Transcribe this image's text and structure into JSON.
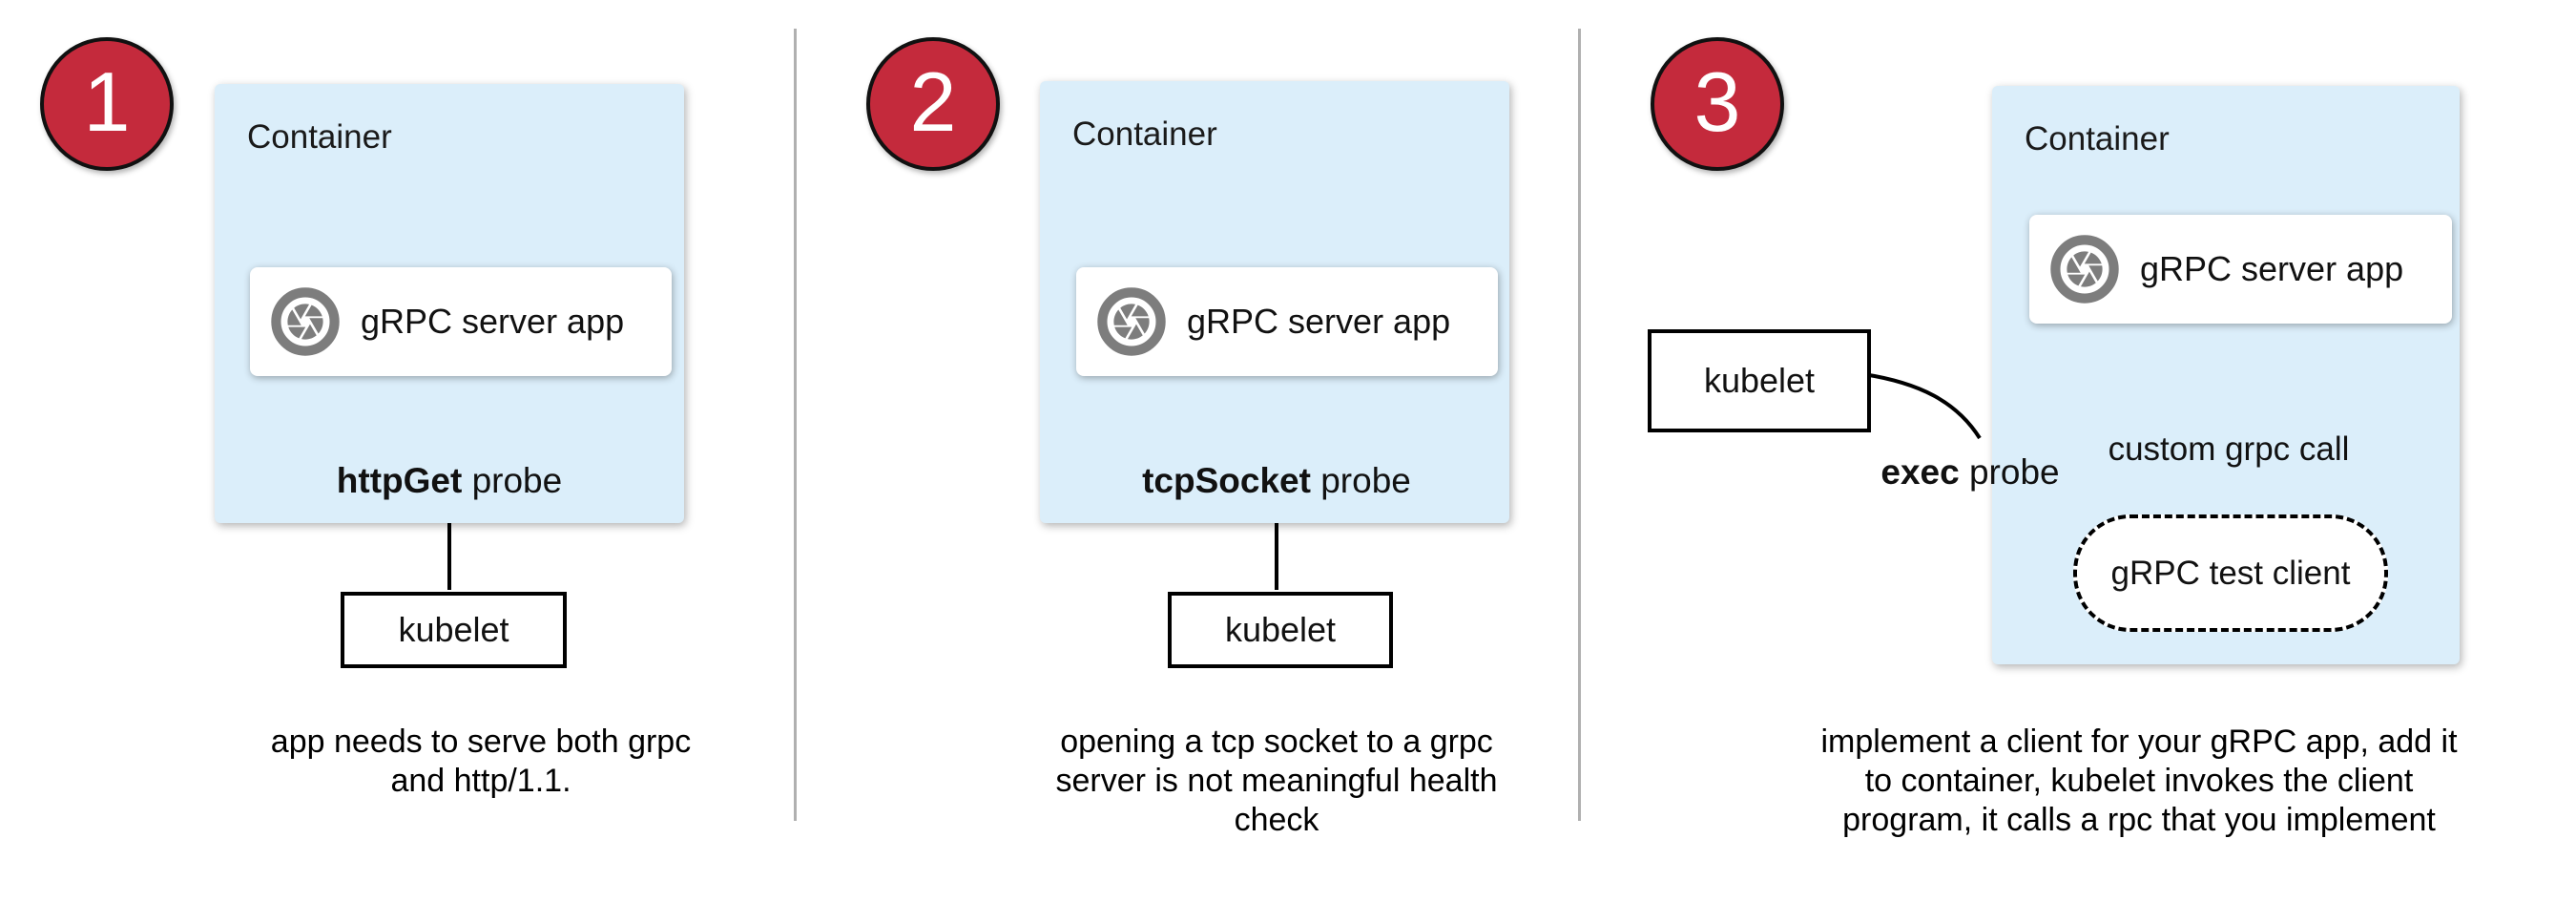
{
  "colors": {
    "container_fill": "#dbeefa",
    "step_circle_fill": "#c42a3c",
    "icon_gray": "#7d7d7d",
    "divider_gray": "#b0b0b0",
    "line_black": "#000000",
    "background": "#ffffff"
  },
  "panels": [
    {
      "number": "1",
      "container_label": "Container",
      "app_label": "gRPC server app",
      "app_icon": "aperture-icon",
      "probe_label_bold": "httpGet",
      "probe_label_rest": " probe",
      "kubelet_label": "kubelet",
      "caption_lines": {
        "0": "app needs to serve both grpc",
        "1": "and http/1.1."
      }
    },
    {
      "number": "2",
      "container_label": "Container",
      "app_label": "gRPC server app",
      "app_icon": "aperture-icon",
      "probe_label_bold": "tcpSocket",
      "probe_label_rest": " probe",
      "kubelet_label": "kubelet",
      "caption_lines": {
        "0": "opening a tcp socket to a grpc",
        "1": "server is not meaningful health",
        "2": "check"
      }
    },
    {
      "number": "3",
      "container_label": "Container",
      "app_label": "gRPC server app",
      "app_icon": "aperture-icon",
      "probe_label_bold": "exec",
      "probe_label_rest": " probe",
      "kubelet_label": "kubelet",
      "grpc_call_label": "custom grpc call",
      "test_client_label": "gRPC test client",
      "caption_lines": {
        "0": "implement a client for your gRPC app, add it",
        "1": "to container, kubelet invokes the client",
        "2": "program, it calls a rpc that you implement"
      }
    }
  ]
}
